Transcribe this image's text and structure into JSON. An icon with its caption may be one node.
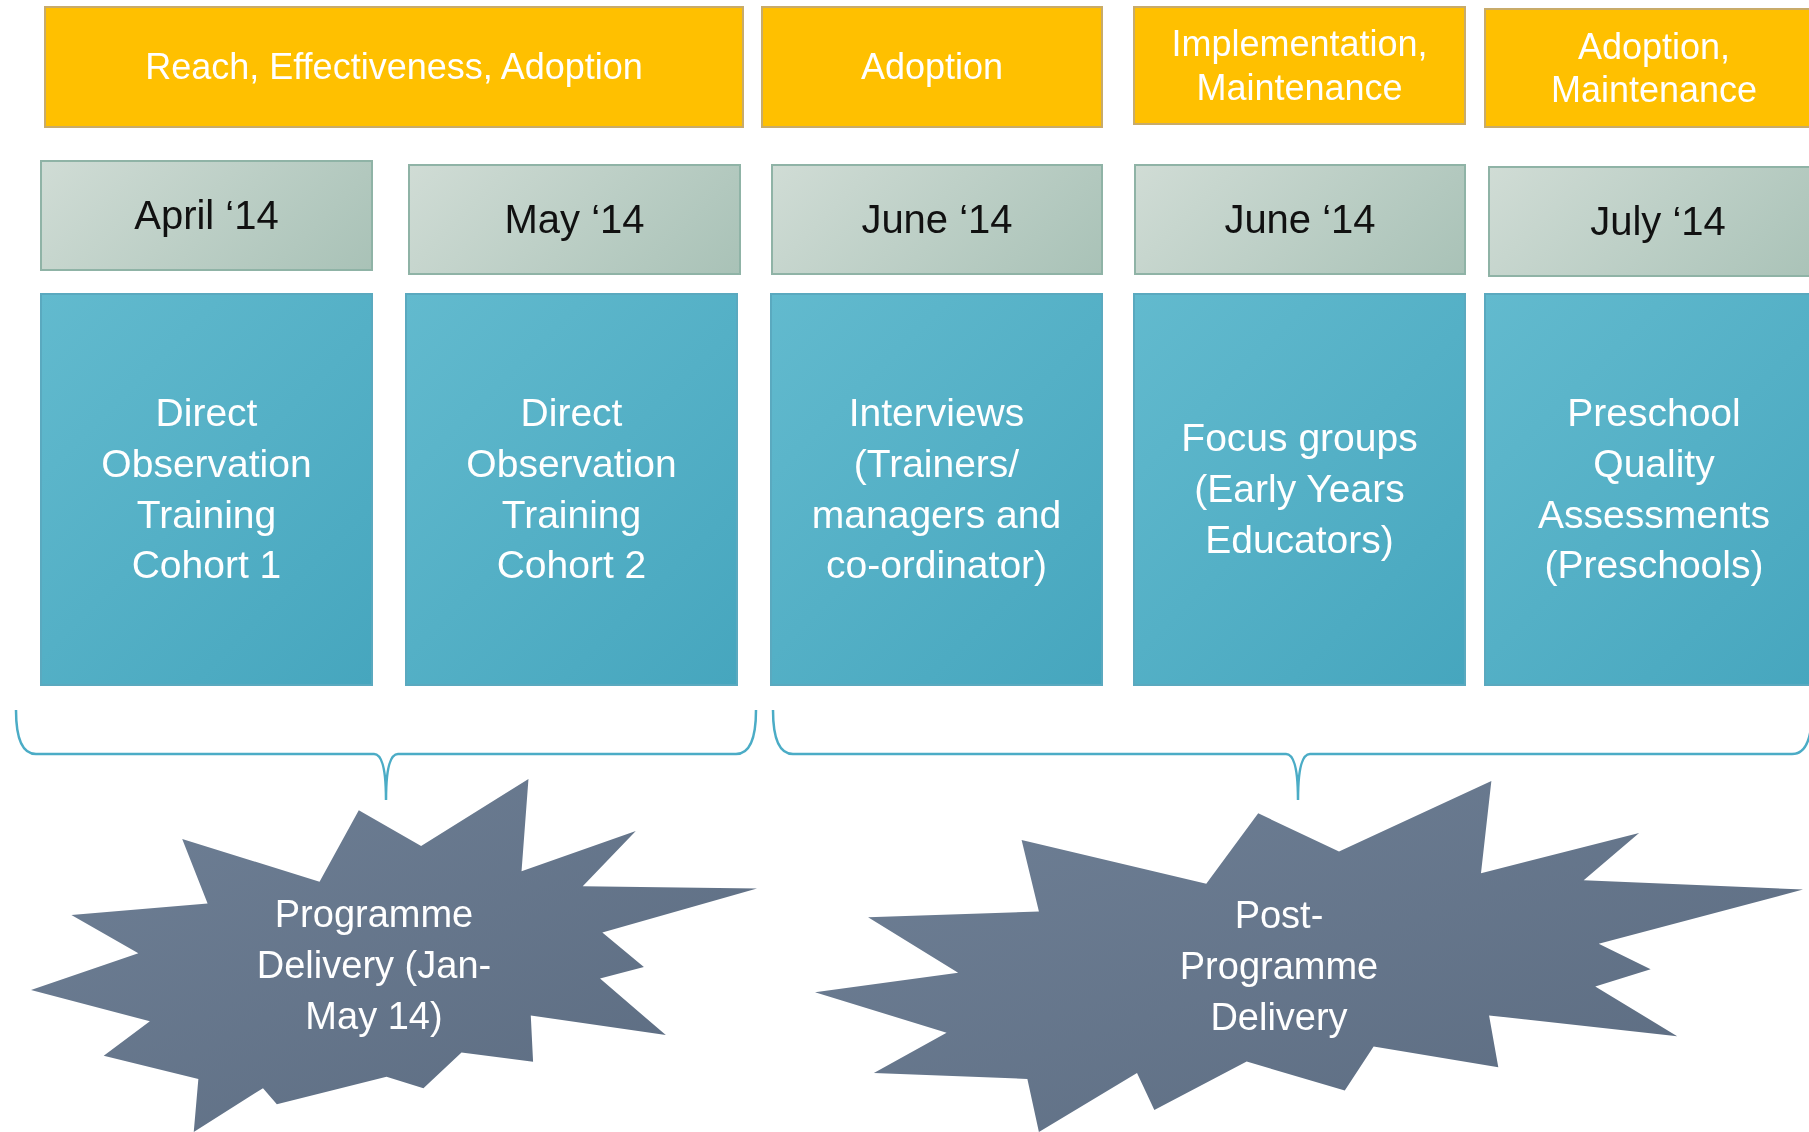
{
  "diagram": {
    "nodes": [
      {
        "text": [
          "Reach, Effectiveness, Adoption"
        ]
      },
      {
        "text": [
          "Adoption"
        ]
      },
      {
        "text": [
          "Implementation, Maintenance"
        ]
      },
      {
        "text": [
          "Adoption, Maintenance"
        ]
      },
      {
        "text": [
          "April ‘14"
        ]
      },
      {
        "text": [
          "May ‘14"
        ]
      },
      {
        "text": [
          "June ‘14"
        ]
      },
      {
        "text": [
          "June ‘14"
        ]
      },
      {
        "text": [
          "July ‘14"
        ]
      },
      {
        "text": [
          "Direct Observation Training Cohort 1"
        ]
      },
      {
        "text": [
          "Direct Observation Training Cohort 2"
        ]
      },
      {
        "text": [
          "Interviews (Trainers/ managers and co-ordinator)"
        ]
      },
      {
        "text": [
          "Focus groups (Early Years Educators)"
        ]
      },
      {
        "text": [
          "Preschool Quality Assessments (Preschools)"
        ]
      },
      {
        "text": [
          "Programme Delivery (Jan-May 14)"
        ]
      },
      {
        "text": [
          "Post-Programme Delivery"
        ]
      }
    ]
  }
}
